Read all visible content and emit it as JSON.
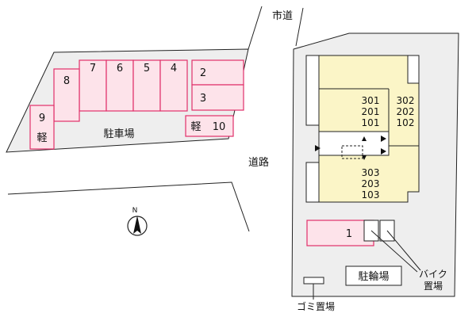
{
  "labels": {
    "city_road": "市道",
    "road": "道路",
    "parking": "駐車場",
    "bicycle_parking": "駐輪場",
    "bike_parking_line1": "バイク",
    "bike_parking_line2": "置場",
    "garbage": "ゴミ置場",
    "north": "N"
  },
  "parking_spaces": {
    "s1": "1",
    "s2": "2",
    "s3": "3",
    "s4": "4",
    "s5": "5",
    "s6": "6",
    "s7": "7",
    "s8": "8",
    "s9_num": "9",
    "s9_kind": "軽",
    "s10_kind": "軽",
    "s10_num": "10"
  },
  "building": {
    "north_units": [
      "301",
      "201",
      "101"
    ],
    "north_units_right": [
      "302",
      "202",
      "102"
    ],
    "south_units": [
      "303",
      "203",
      "103"
    ]
  },
  "colors": {
    "parking_fill": "#fde3ea",
    "parking_stroke": "#e0306a",
    "building_fill": "#fbf5c7",
    "ground_fill": "#eeeeee",
    "line": "#222222"
  }
}
